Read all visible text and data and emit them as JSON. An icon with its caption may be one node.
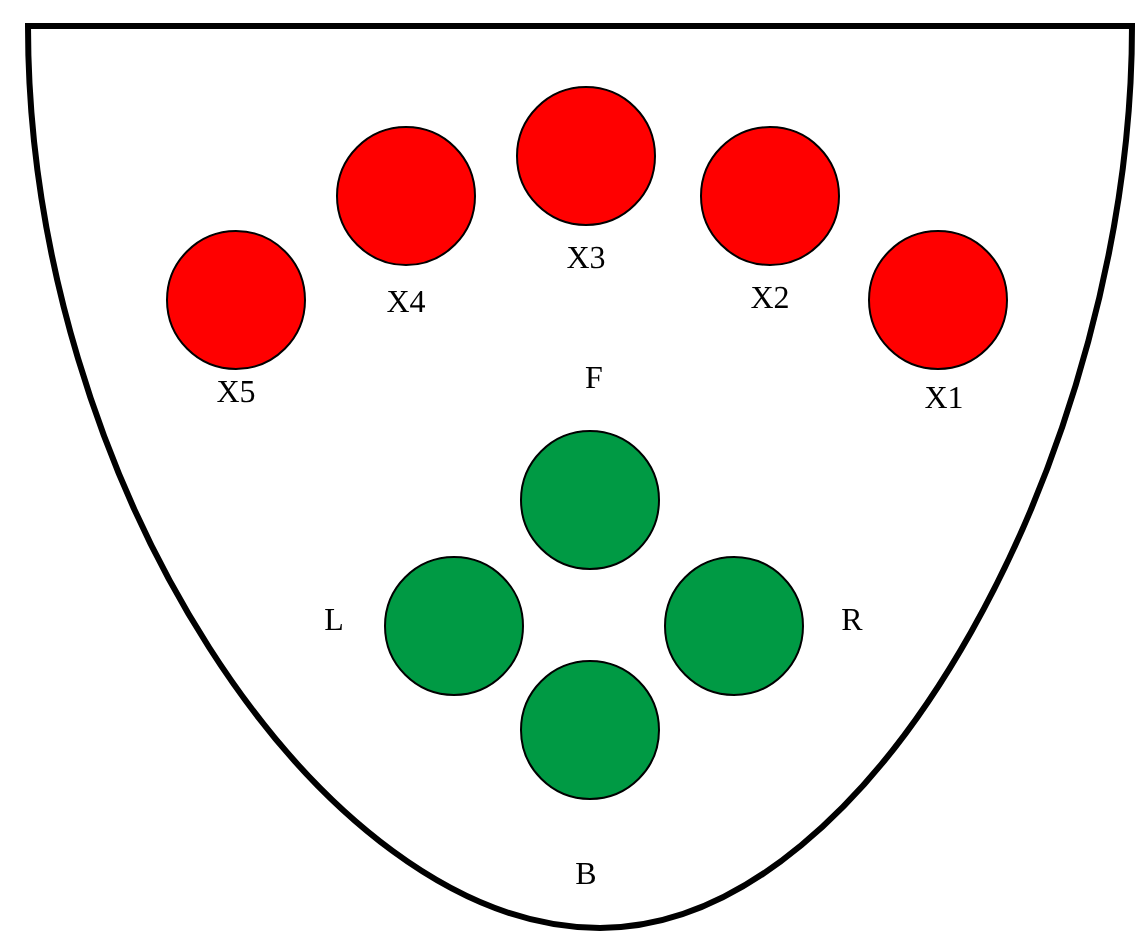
{
  "diagram": {
    "nodes": [
      {
        "text": [],
        "shape": "bowl"
      },
      {
        "text": [],
        "shape": "circle",
        "beside": [
          "X5"
        ],
        "in": 0
      },
      {
        "text": [],
        "shape": "circle",
        "beside": [
          "X4"
        ],
        "in": 0
      },
      {
        "text": [],
        "shape": "circle",
        "beside": [
          "X3"
        ],
        "in": 0
      },
      {
        "text": [],
        "shape": "circle",
        "beside": [
          "X2"
        ],
        "in": 0
      },
      {
        "text": [],
        "shape": "circle",
        "beside": [
          "X1"
        ],
        "in": 0
      },
      {
        "text": [],
        "shape": "circle",
        "beside": [
          "F"
        ],
        "in": 0
      },
      {
        "text": [],
        "shape": "circle",
        "beside": [
          "L"
        ],
        "in": 0
      },
      {
        "text": [],
        "shape": "circle",
        "beside": [
          "R"
        ],
        "in": 0
      },
      {
        "text": [],
        "shape": "circle",
        "beside": [
          "B"
        ],
        "in": 0
      }
    ]
  }
}
